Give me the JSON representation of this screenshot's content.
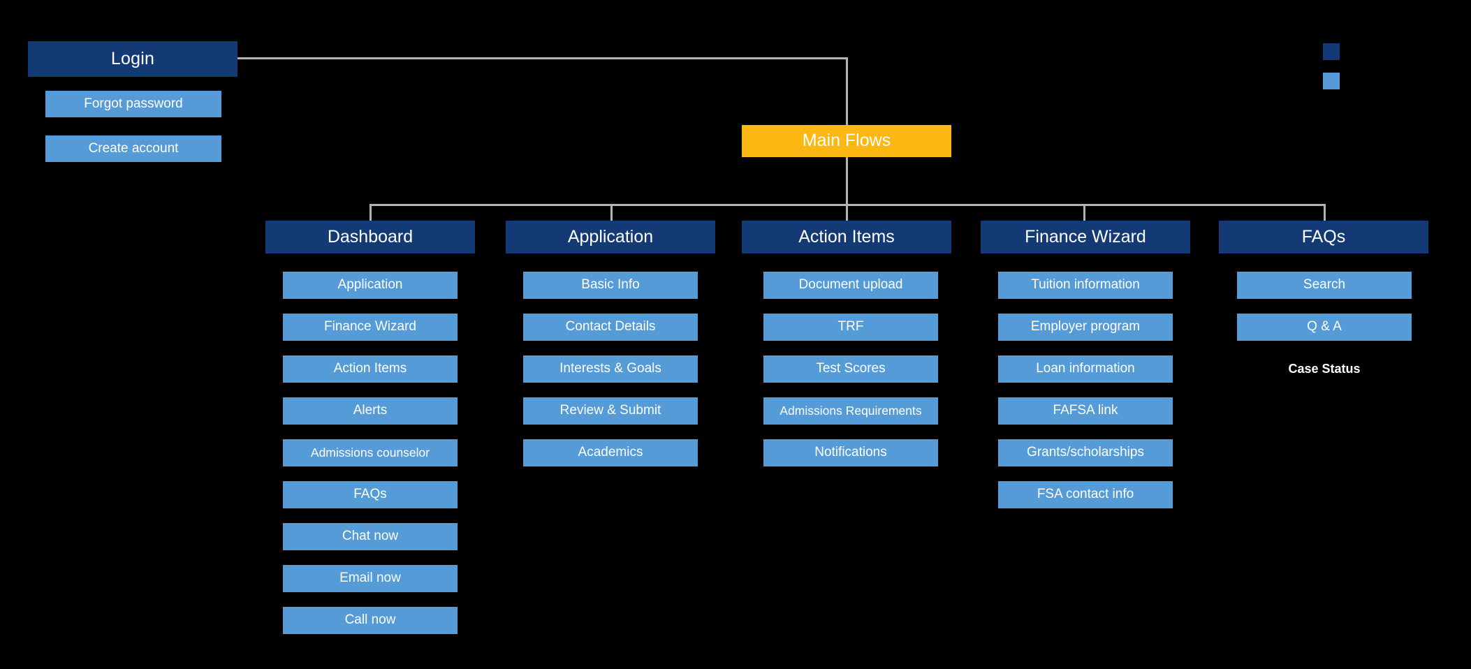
{
  "diagram": {
    "title_node": "Main Flows",
    "root_node": "Login",
    "root_children": [
      "Forgot password",
      "Create account"
    ],
    "columns": [
      {
        "header": "Dashboard",
        "items": [
          "Application",
          "Finance Wizard",
          "Action Items",
          "Alerts",
          "Admissions counselor",
          "FAQs",
          "Chat now",
          "Email now",
          "Call now"
        ],
        "plain_items": []
      },
      {
        "header": "Application",
        "items": [
          "Basic Info",
          "Contact Details",
          "Interests & Goals",
          "Review & Submit",
          "Academics"
        ],
        "plain_items": []
      },
      {
        "header": "Action Items",
        "items": [
          "Document upload",
          "TRF",
          "Test Scores",
          "Admissions Requirements",
          "Notifications"
        ],
        "plain_items": []
      },
      {
        "header": "Finance Wizard",
        "items": [
          "Tuition information",
          "Employer program",
          "Loan information",
          "FAFSA link",
          "Grants/scholarships",
          "FSA contact info"
        ],
        "plain_items": []
      },
      {
        "header": "FAQs",
        "items": [
          "Search",
          "Q & A"
        ],
        "plain_items": [
          "Case Status"
        ]
      }
    ],
    "legend": [
      {
        "name": "legend-swatch-primary",
        "color": "#143a76"
      },
      {
        "name": "legend-swatch-secondary",
        "color": "#549bd8"
      }
    ]
  },
  "colors": {
    "background": "#000000",
    "primary": "#143a76",
    "secondary": "#549bd8",
    "accent": "#fcb713",
    "connector": "#b3b3b3",
    "text": "#ffffff"
  }
}
